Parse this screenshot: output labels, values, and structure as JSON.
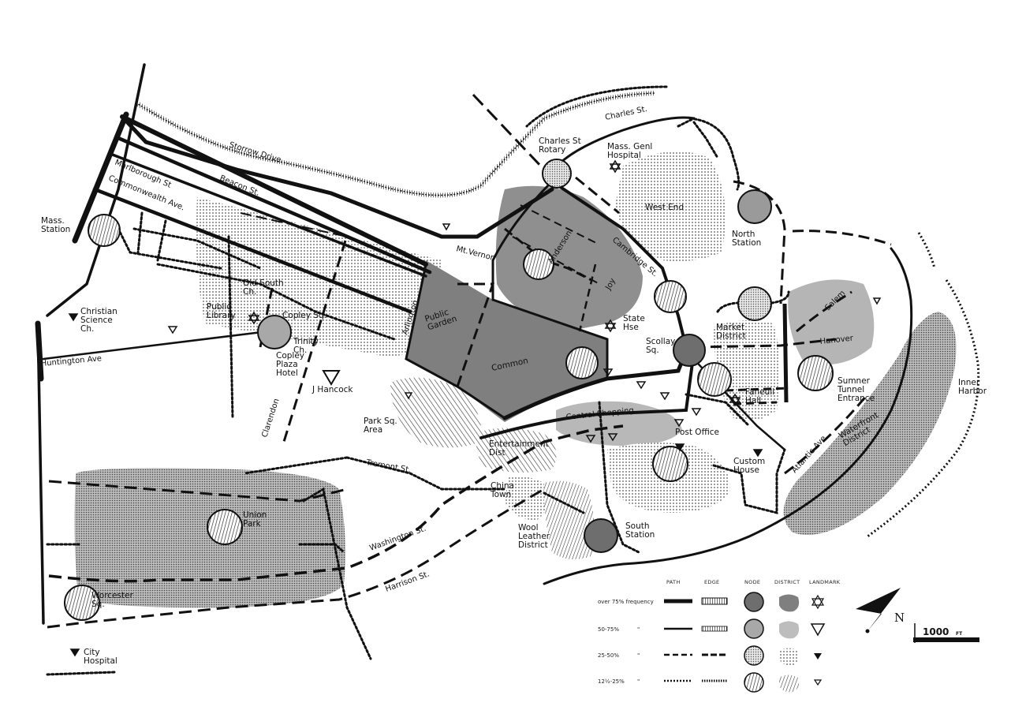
{
  "labels": {
    "storrow_drive": "Storrow Drive",
    "marlborough_st": "Marlborough St",
    "beacon_st": "Beacon St.",
    "commonwealth_ave": "Commonwealth Ave.",
    "mass_station": "Mass.\nStation",
    "christian_science": "Christian\nScience\nCh.",
    "huntington_ave": "Huntington Ave",
    "public_library": "Public\nLibrary",
    "old_south": "Old South\nCh.",
    "copley_sq": "Copley Sq.",
    "trinity": "Trinity\nCh.",
    "copley_plaza": "Copley\nPlaza\nHotel",
    "j_hancock": "J Hancock",
    "clarendon": "Clarendon",
    "arlington": "Arlington",
    "public_garden": "Public\nGarden",
    "common": "Common",
    "park_sq": "Park Sq.\nArea",
    "tremont_st": "Tremont St.",
    "washington_st": "Washington St.",
    "harrison_st": "Harrison St.",
    "union_park": "Union\nPark",
    "worcester_sq": "Worcester\nSq.",
    "city_hospital": "City\nHospital",
    "charles_st": "Charles St.",
    "charles_st_rotary": "Charles St\nRotary",
    "mass_genl_hospital": "Mass. Genl\nHospital",
    "west_end": "West End",
    "north_station": "North\nStation",
    "mt_vernon": "Mt.Vernon",
    "anderson": "Anderson",
    "cambridge_st": "Cambridge St.",
    "joy": "Joy",
    "state_hse": "State\nHse",
    "scollay_sq": "Scollay\nSq.",
    "market_district": "Market\nDistrict",
    "salem": "Salem",
    "hanover": "Hanover",
    "sumner_tunnel": "Sumner\nTunnel\nEntrance",
    "faneuil_hall": "Faneuil\nHall",
    "central_shopping": "Central Shopping",
    "post_office": "Post Office",
    "entertainment_dist": "Entertainment\nDist",
    "custom_house": "Custom\nHouse",
    "china_town": "China\nTown",
    "wool_leather": "Wool\nLeather\nDistrict",
    "south_station": "South\nStation",
    "atlantic_ave": "Atlantic Ave.",
    "waterfront_district": "Waterfront\nDistrict",
    "inner_harbor": "Inner\nHarbor"
  },
  "legend": {
    "headers": [
      "PATH",
      "EDGE",
      "NODE",
      "DISTRICT",
      "LANDMARK"
    ],
    "rows": [
      {
        "label": "over 75% frequency",
        "ditto": ""
      },
      {
        "label": "50-75%",
        "ditto": "\""
      },
      {
        "label": "25-50%",
        "ditto": "\""
      },
      {
        "label": "12½-25%",
        "ditto": "\""
      }
    ]
  },
  "scale": {
    "value": "1000",
    "unit": "FT"
  },
  "north": {
    "label": "N"
  },
  "colors": {
    "ink": "#111111",
    "node_dark": "#6e6e6e",
    "node_mid": "#a8a8a8",
    "district_dark": "#8a8a8a",
    "district_light": "#cfcfcf",
    "paper": "#ffffff"
  }
}
